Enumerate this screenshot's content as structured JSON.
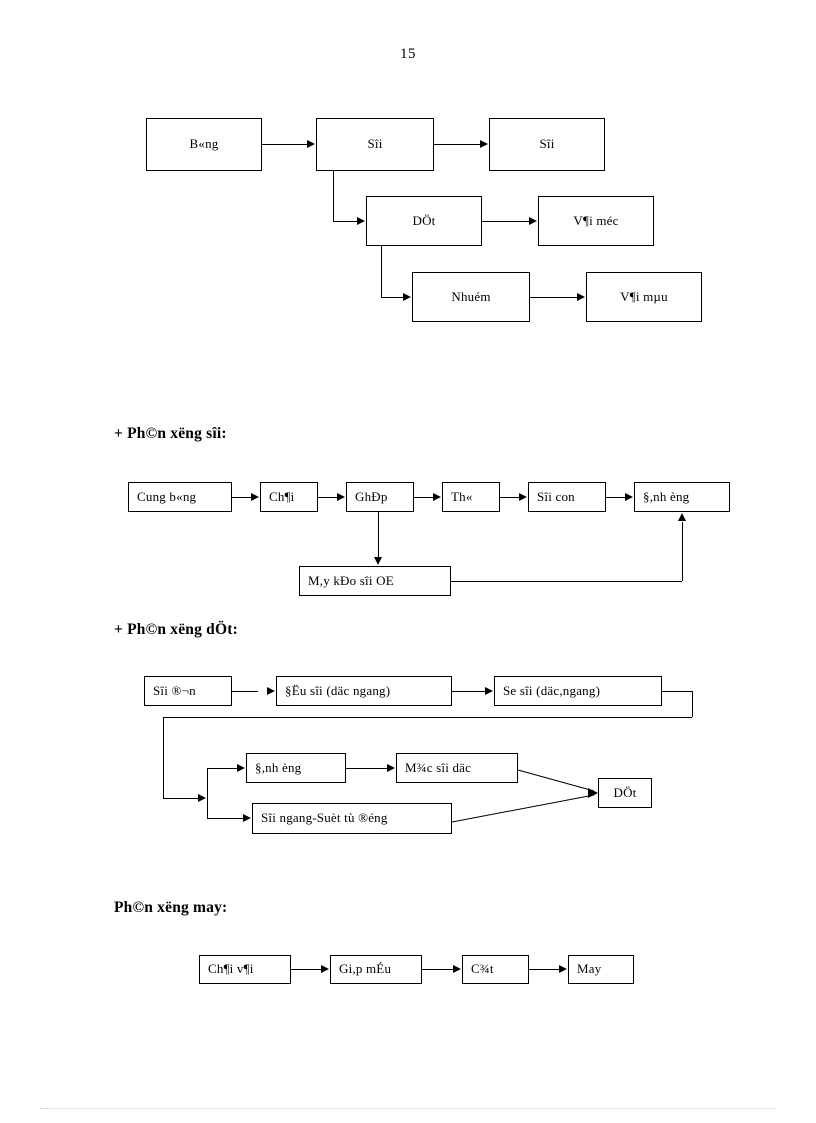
{
  "page": {
    "number": "15"
  },
  "diagram1": {
    "name": "overall-production-flow",
    "nodes": [
      {
        "id": "bong",
        "label": "B«ng"
      },
      {
        "id": "soi1",
        "label": "Sîi"
      },
      {
        "id": "soi2",
        "label": "Sîi"
      },
      {
        "id": "dot",
        "label": "DÖt"
      },
      {
        "id": "vai_moc",
        "label": "V¶i méc"
      },
      {
        "id": "nhuom",
        "label": "Nhuém"
      },
      {
        "id": "vai_mau",
        "label": "V¶i mµu"
      }
    ]
  },
  "section2": {
    "heading": "+ Ph©n xëng  sîi:",
    "nodes": [
      {
        "id": "cung_bong",
        "label": "Cung b«ng"
      },
      {
        "id": "chai",
        "label": "Ch¶i"
      },
      {
        "id": "ghep",
        "label": "GhÐp"
      },
      {
        "id": "tho",
        "label": "Th«"
      },
      {
        "id": "soi_con",
        "label": "Sîi con"
      },
      {
        "id": "danh_ong",
        "label": "§,nh  èng"
      },
      {
        "id": "may_keo",
        "label": "M,y kÐo sîi OE"
      }
    ]
  },
  "section3": {
    "heading": "+ Ph©n xëng  dÖt:",
    "nodes": [
      {
        "id": "soi_don",
        "label": "Sîi ®¬n"
      },
      {
        "id": "dau_soi",
        "label": "§Ëu sîi (däc ngang)"
      },
      {
        "id": "se_soi",
        "label": "Se sîi (däc,ngang)"
      },
      {
        "id": "danh_ong",
        "label": "§,nh  èng"
      },
      {
        "id": "mac_soi",
        "label": "M¾c sîi  däc"
      },
      {
        "id": "soi_ngang",
        "label": "Sîi ngang-Suèt  tù ®éng"
      },
      {
        "id": "dot",
        "label": "DÖt"
      }
    ]
  },
  "section4": {
    "heading": "Ph©n xëng  may:",
    "nodes": [
      {
        "id": "chai_vai",
        "label": "Ch¶i v¶i"
      },
      {
        "id": "giap_mau",
        "label": "Gi,p  mÉu"
      },
      {
        "id": "cat",
        "label": "C¾t"
      },
      {
        "id": "may",
        "label": "May"
      }
    ]
  },
  "colors": {
    "ink": "#000000",
    "paper": "#ffffff",
    "footer_rule": "#c8c8c8"
  }
}
